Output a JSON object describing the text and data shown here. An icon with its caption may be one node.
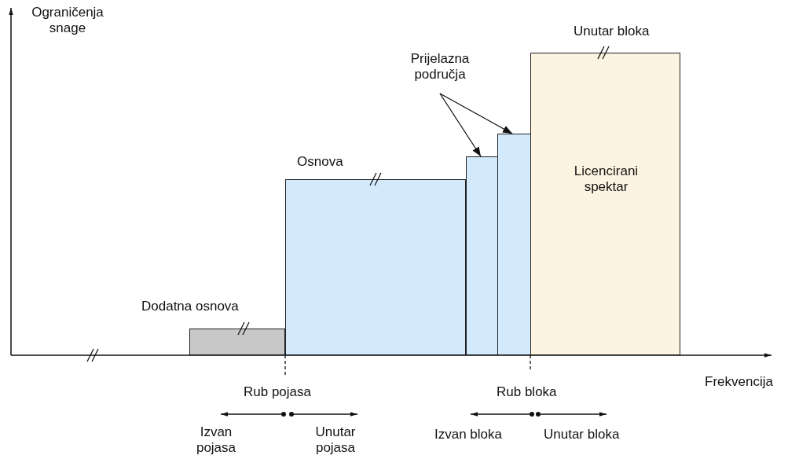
{
  "diagram": {
    "nodes": [
      {
        "text": [
          "Dodatna osnova"
        ]
      },
      {
        "text": [
          "Osnova"
        ]
      },
      {
        "text": [],
        "shape": "box"
      },
      {
        "text": [],
        "shape": "box"
      },
      {
        "text": [
          "Unutar bloka",
          "Licencirani spektar"
        ]
      },
      {
        "text": [
          "Prijelazna područja"
        ]
      }
    ],
    "edges": [
      {
        "from": 5,
        "to": 2,
        "arrow": "to"
      },
      {
        "from": 5,
        "to": 3,
        "arrow": "to"
      }
    ],
    "labels": [
      "Ograničenja snage",
      "Frekvencija",
      "Rub pojasa",
      "Rub bloka",
      "Izvan pojasa",
      "Unutar pojasa",
      "Izvan bloka",
      "Unutar bloka"
    ]
  }
}
